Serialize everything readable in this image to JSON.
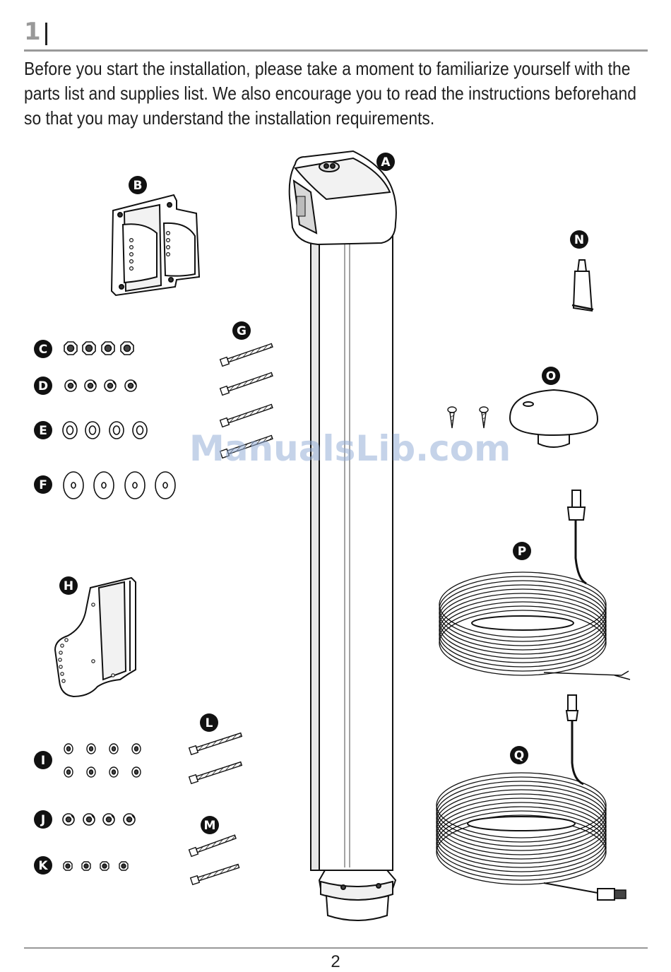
{
  "header": {
    "step_number": "1",
    "intro_text": "Before you start the installation, please take a moment to familiarize yourself with the parts list and supplies list. We also encourage you to read the instructions beforehand so that you may understand the installation requirements."
  },
  "parts": {
    "labels": [
      "A",
      "B",
      "C",
      "D",
      "E",
      "F",
      "G",
      "H",
      "I",
      "J",
      "K",
      "L",
      "M",
      "N",
      "O",
      "P",
      "Q"
    ]
  },
  "watermark": "ManualsLib.com",
  "footer": {
    "page_number": "2"
  }
}
